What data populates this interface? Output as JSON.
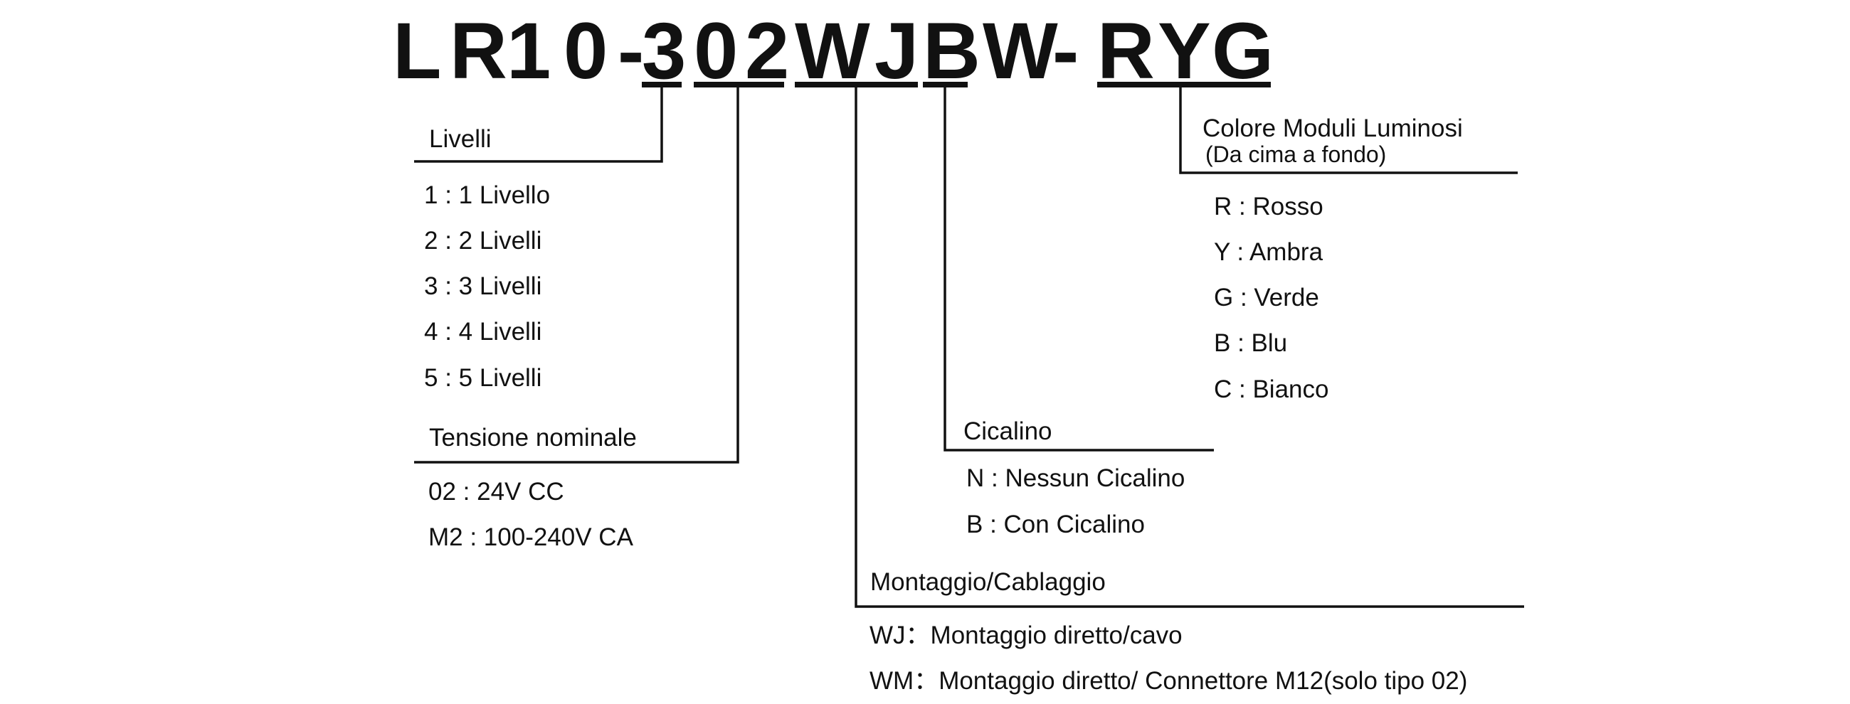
{
  "model_code": {
    "chars": [
      "L",
      "R",
      "1",
      "0",
      "-",
      "3",
      "0",
      "2",
      "W",
      "J",
      "B",
      "W",
      "-",
      "R",
      "Y",
      "G"
    ]
  },
  "groups": {
    "livelli": {
      "heading": "Livelli",
      "options": [
        "1 : 1 Livello",
        "2 : 2 Livelli",
        "3 : 3 Livelli",
        "4 : 4 Livelli",
        "5 : 5 Livelli"
      ]
    },
    "tensione": {
      "heading": "Tensione nominale",
      "options": [
        "02 : 24V CC",
        "M2 : 100-240V CA"
      ]
    },
    "montaggio": {
      "heading": "Montaggio/Cablaggio",
      "options": [
        "WJ：Montaggio diretto/cavo",
        "WM：Montaggio diretto/ Connettore M12(solo tipo 02)"
      ]
    },
    "cicalino": {
      "heading": "Cicalino",
      "options": [
        "N : Nessun Cicalino",
        "B : Con Cicalino"
      ]
    },
    "colore": {
      "heading": "Colore Moduli Luminosi",
      "subheading": "(Da cima a fondo)",
      "options": [
        "R : Rosso",
        "Y : Ambra",
        "G : Verde",
        "B : Blu",
        "C : Bianco"
      ]
    }
  }
}
